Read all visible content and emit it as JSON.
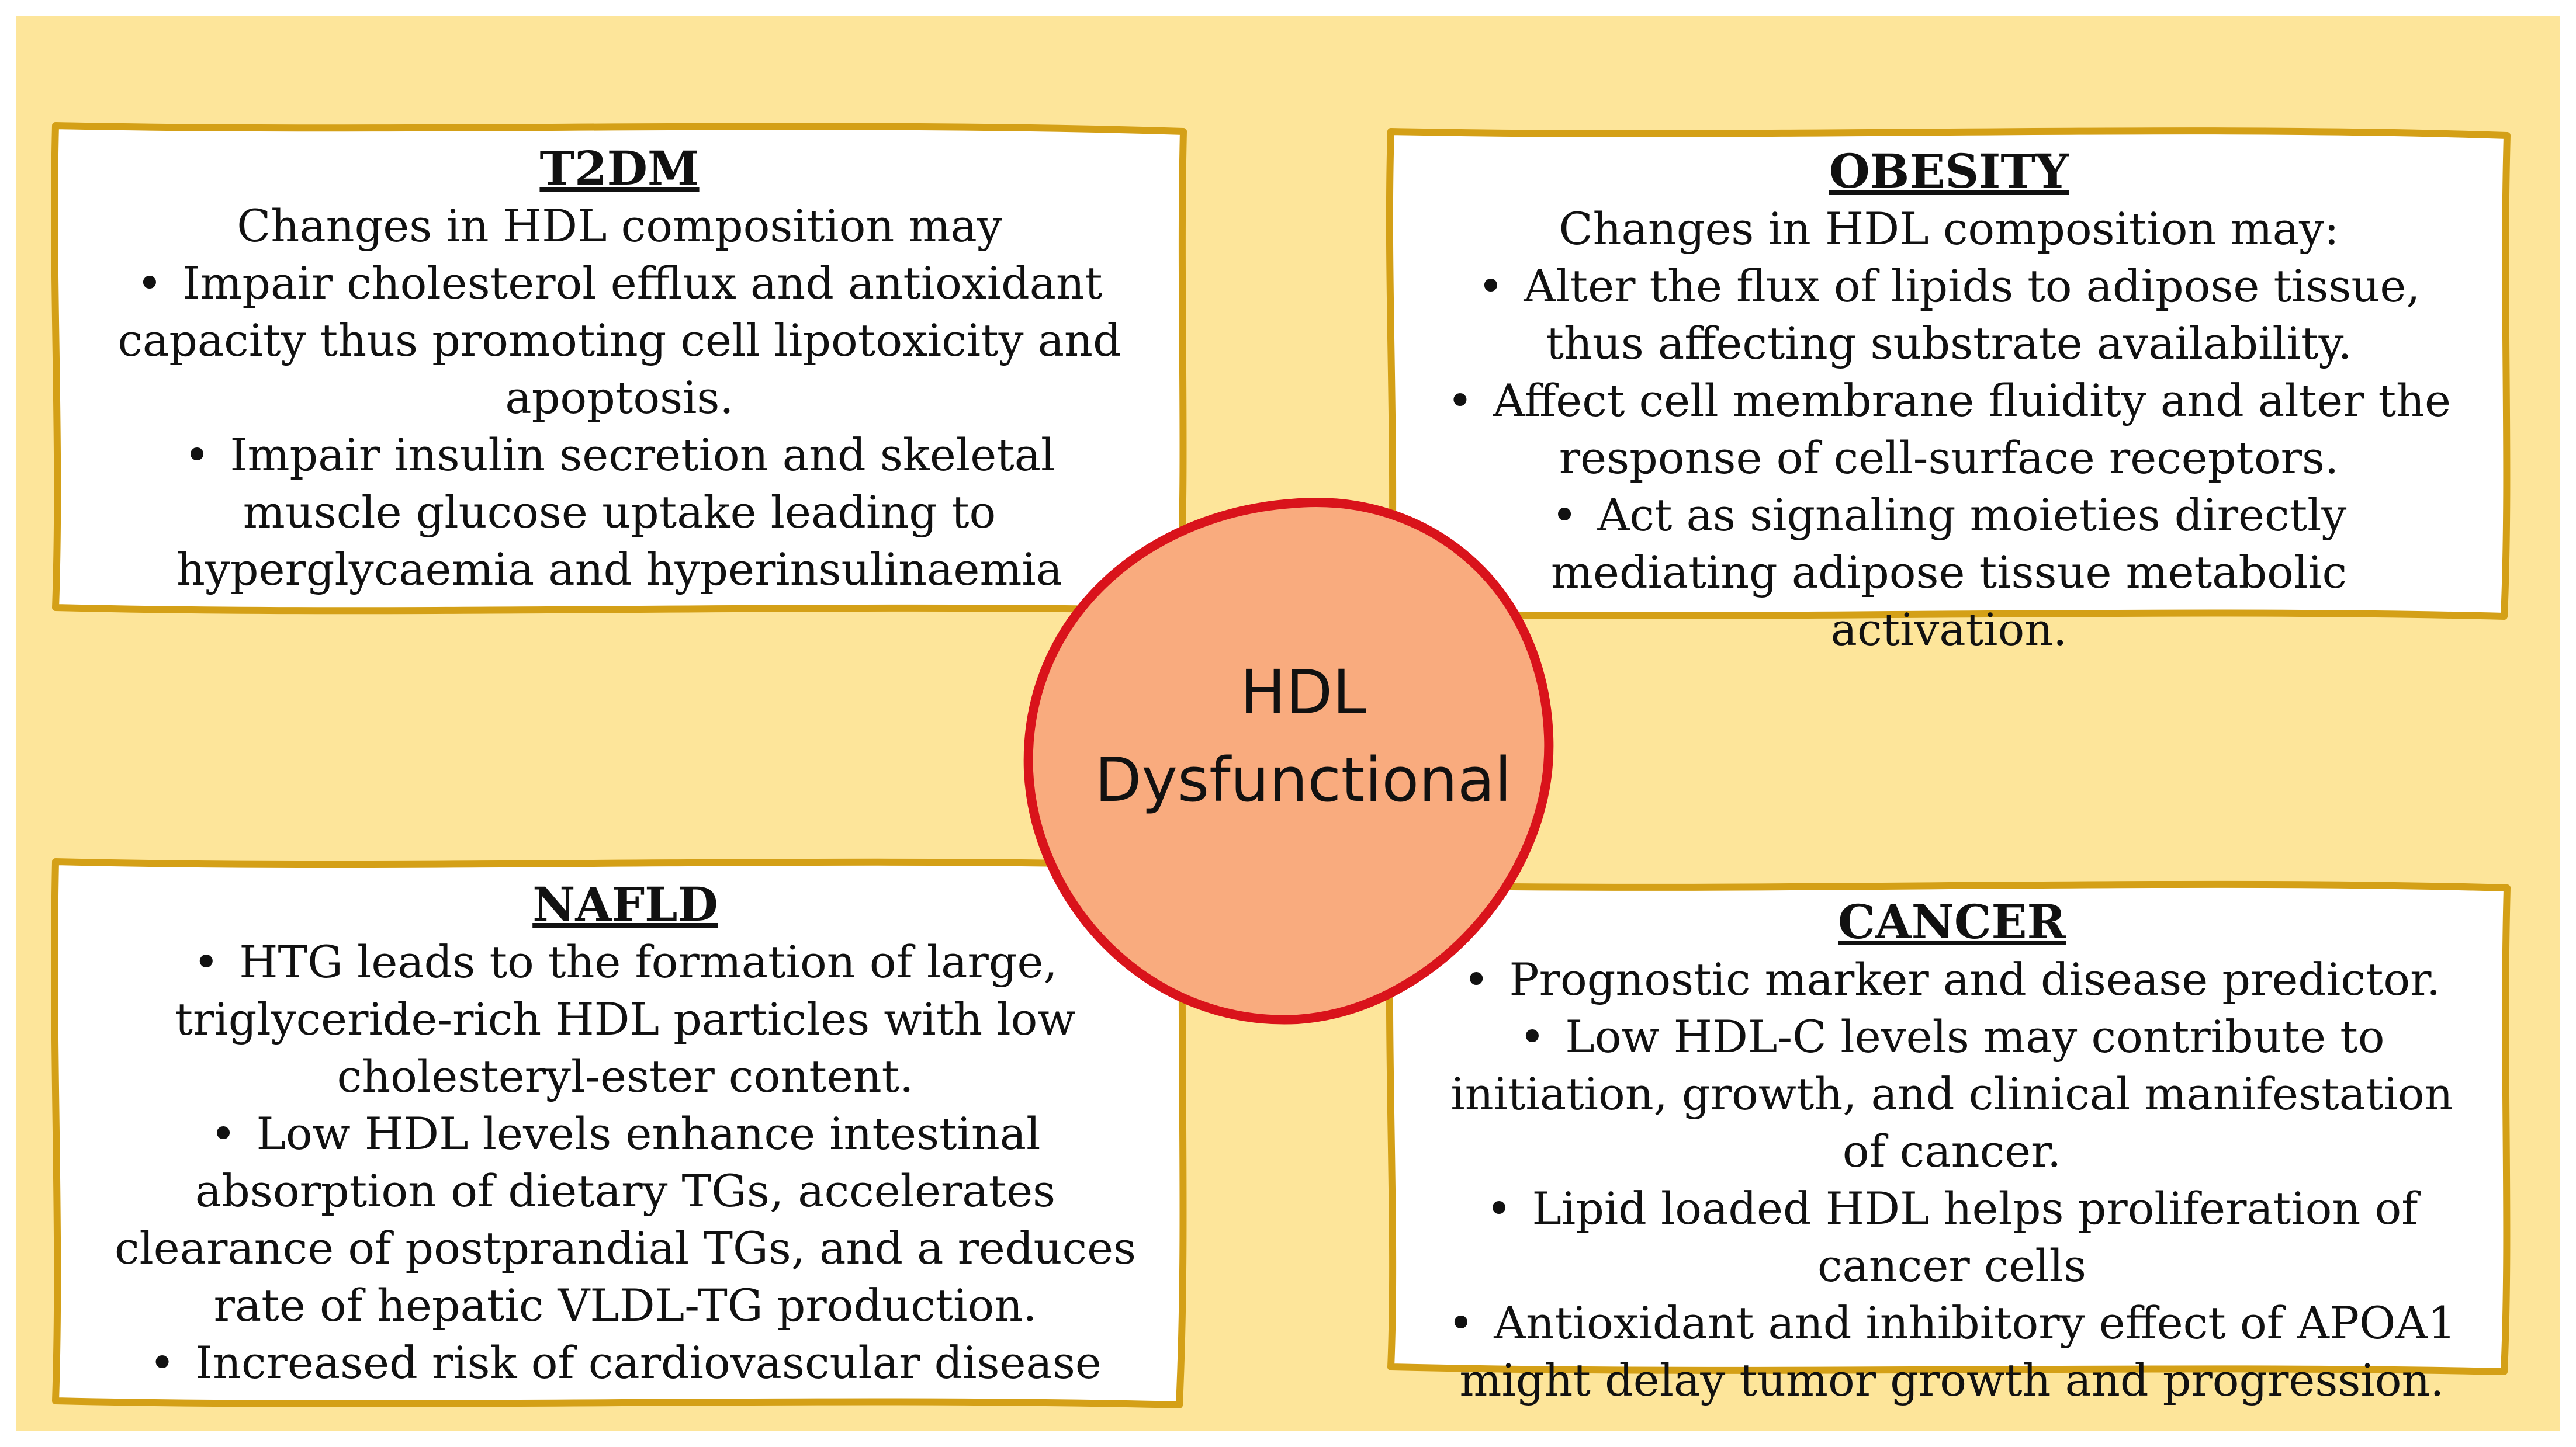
{
  "colors": {
    "background": "#fde59a",
    "box_fill": "#ffffff",
    "box_border": "#d4a017",
    "circle_fill": "#f9ab7e",
    "circle_border": "#d9131b"
  },
  "center": {
    "line1": "HDL",
    "line2": "Dysfunctional"
  },
  "t2dm": {
    "title": "T2DM",
    "intro": "Changes in HDL composition  may",
    "bullets": [
      "Impair cholesterol efflux and antioxidant capacity thus promoting  cell lipotoxicity  and apoptosis.",
      "Impair insulin  secretion and skeletal muscle glucose uptake leading to hyperglycaemia  and hyperinsulinaemia"
    ]
  },
  "obesity": {
    "title": "OBESITY",
    "intro": "Changes in HDL composition  may:",
    "bullets": [
      "Alter the flux of lipids  to adipose tissue, thus affecting substrate availability.",
      "Affect cell membrane fluidity  and alter the response of cell-surface receptors.",
      "Act as signaling  moieties directly  mediating adipose tissue metabolic activation."
    ]
  },
  "nafld": {
    "title": "NAFLD",
    "bullets": [
      "HTG leads to the formation of large, triglyceride-rich  HDL particles with low cholesteryl-ester content.",
      "Low HDL levels enhance intestinal absorption of dietary  TGs, accelerates clearance of postprandial  TGs, and a reduces rate of hepatic VLDL-TG production.",
      "Increased risk of cardiovascular  disease"
    ]
  },
  "cancer": {
    "title": "CANCER",
    "bullets": [
      "Prognostic marker and disease predictor.",
      "Low HDL-C levels may  contribute to initiation, growth, and clinical  manifestation of cancer.",
      "Lipid loaded HDL helps proliferation  of cancer cells",
      "Antioxidant and inhibitory  effect of APOA1 might delay tumor growth and progression."
    ]
  }
}
